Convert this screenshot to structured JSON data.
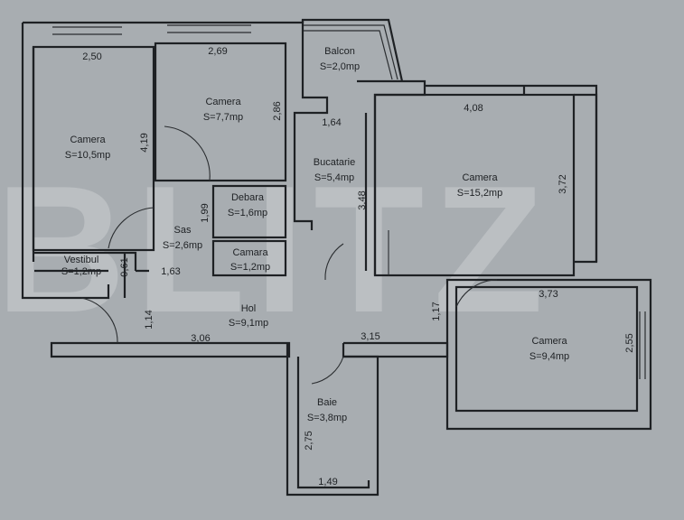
{
  "rooms": [
    {
      "name": "Camera",
      "area": "S=10,5mp"
    },
    {
      "name": "Camera",
      "area": "S=7,7mp"
    },
    {
      "name": "Balcon",
      "area": "S=2,0mp"
    },
    {
      "name": "Bucatarie",
      "area": "S=5,4mp"
    },
    {
      "name": "Camera",
      "area": "S=15,2mp"
    },
    {
      "name": "Debara",
      "area": "S=1,6mp"
    },
    {
      "name": "Sas",
      "area": "S=2,6mp"
    },
    {
      "name": "Camara",
      "area": "S=1,2mp"
    },
    {
      "name": "Vestibul",
      "area": "S=1,2mp"
    },
    {
      "name": "Hol",
      "area": "S=9,1mp"
    },
    {
      "name": "Camera",
      "area": "S=9,4mp"
    },
    {
      "name": "Baie",
      "area": "S=3,8mp"
    }
  ],
  "dimensions": [
    "2,50",
    "2,69",
    "4,19",
    "2,86",
    "1,64",
    "3,48",
    "4,08",
    "3,72",
    "1,99",
    "0,61",
    "1,63",
    "1,14",
    "3,06",
    "3,15",
    "1,17",
    "3,73",
    "2,55",
    "2,75",
    "1,49"
  ],
  "watermark": "BLITZ"
}
